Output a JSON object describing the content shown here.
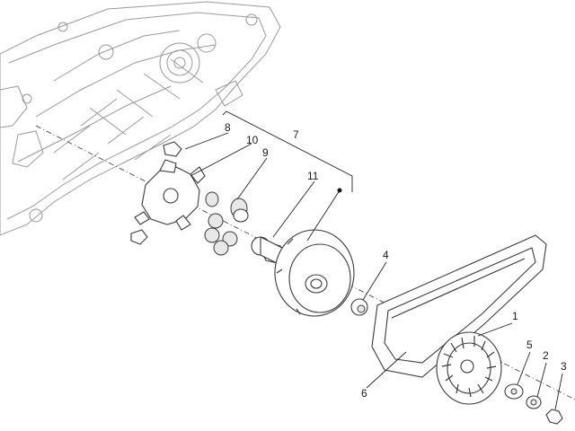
{
  "diagram": {
    "labels": {
      "p1": "1",
      "p2": "2",
      "p3": "3",
      "p4": "4",
      "p5": "5",
      "p6": "6",
      "p7": "7",
      "p8": "8",
      "p9": "9",
      "p10": "10",
      "p11": "11"
    }
  }
}
